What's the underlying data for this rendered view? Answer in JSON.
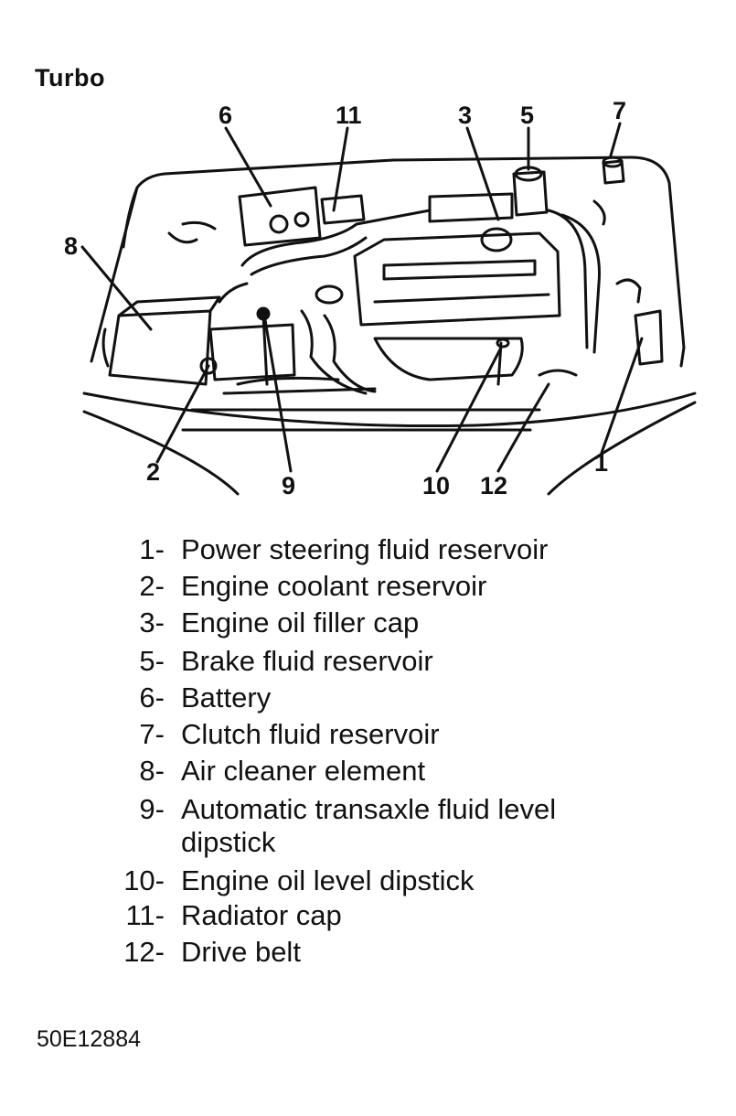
{
  "title": "Turbo",
  "callouts": [
    "1",
    "2",
    "3",
    "5",
    "6",
    "7",
    "8",
    "9",
    "10",
    "11",
    "12"
  ],
  "legend": [
    {
      "num": "1-",
      "text": "Power steering fluid reservoir"
    },
    {
      "num": "2-",
      "text": "Engine coolant reservoir"
    },
    {
      "num": "3-",
      "text": "Engine oil filler cap"
    },
    {
      "num": "5-",
      "text": "Brake fluid reservoir"
    },
    {
      "num": "6-",
      "text": "Battery"
    },
    {
      "num": "7-",
      "text": "Clutch fluid reservoir"
    },
    {
      "num": "8-",
      "text": "Air cleaner element"
    },
    {
      "num": "9-",
      "text": "Automatic transaxle fluid level",
      "text2": "dipstick"
    },
    {
      "num": "10-",
      "text": "Engine oil level dipstick"
    },
    {
      "num": "11-",
      "text": "Radiator cap"
    },
    {
      "num": "12-",
      "text": "Drive belt"
    }
  ],
  "figure_code": "50E12884"
}
